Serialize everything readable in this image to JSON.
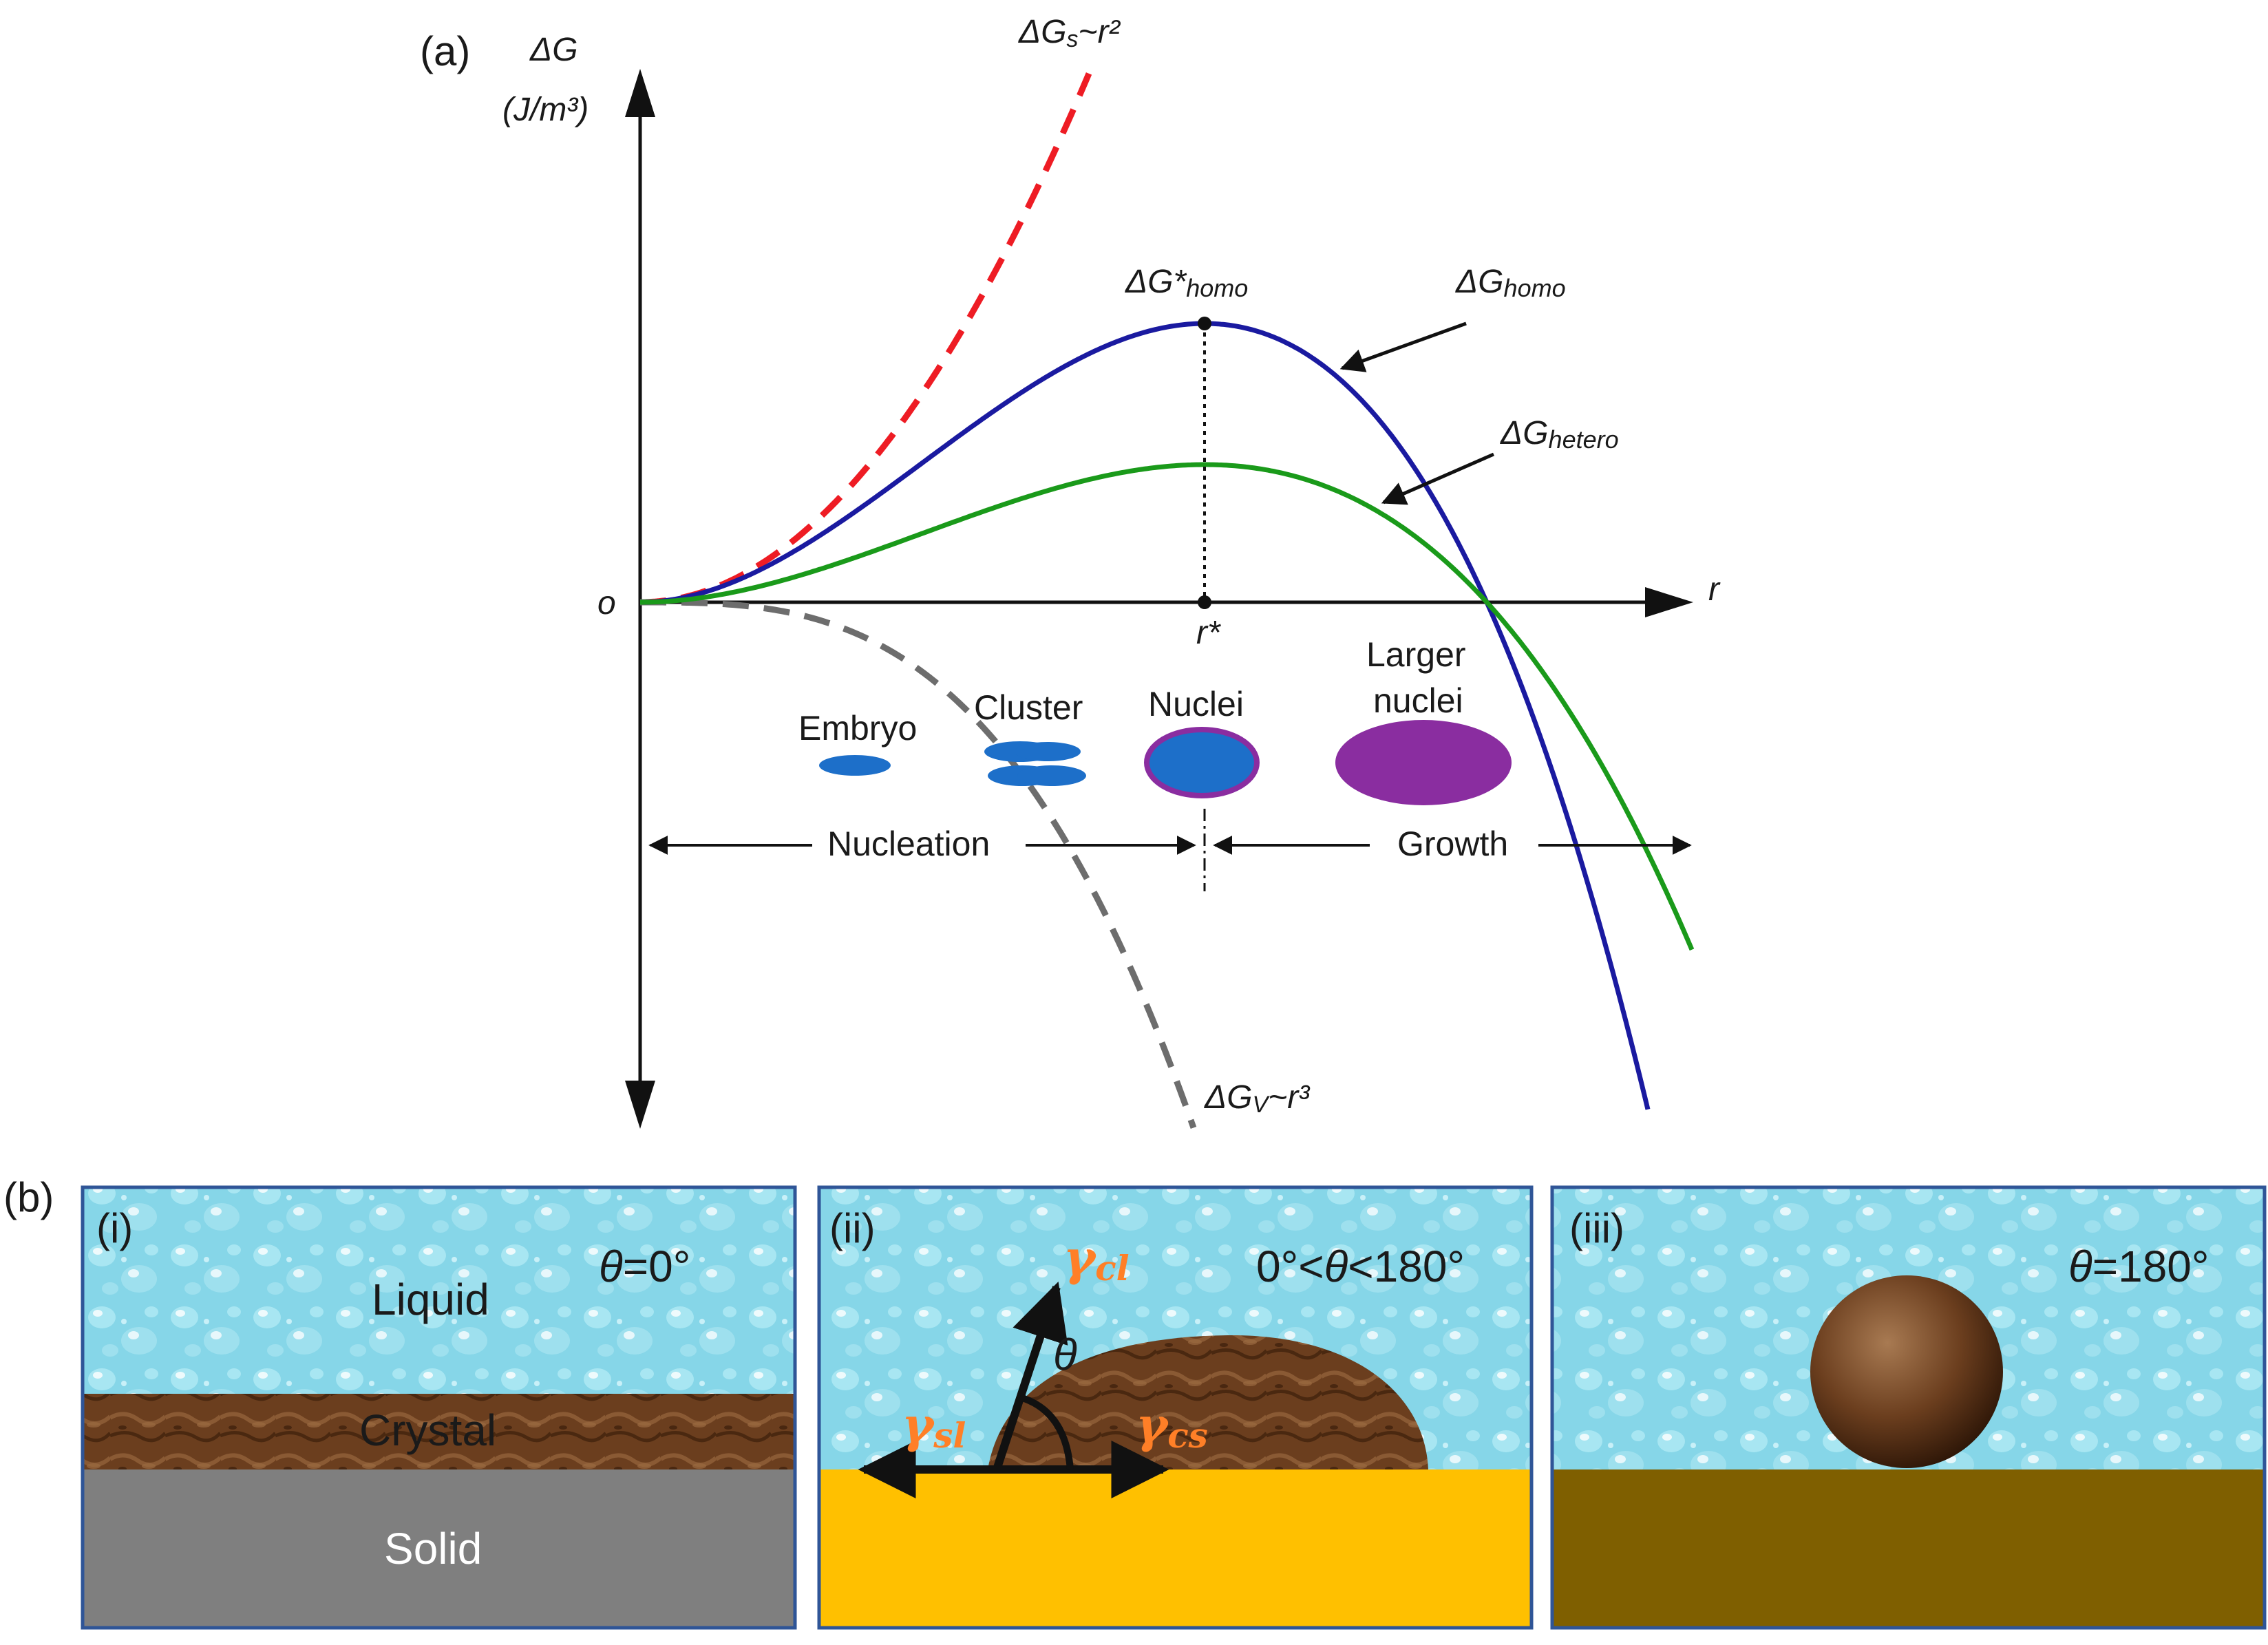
{
  "panel_a": {
    "label": "(a)",
    "y_axis_label": "ΔG",
    "y_axis_unit": "(J/m³)",
    "x_axis_label": "r",
    "origin_label": "o",
    "r_star_label": "r*",
    "peak_label_prefix": "ΔG*",
    "peak_label_sub": "homo",
    "curves": {
      "surface": {
        "label_main": "ΔG",
        "label_sub": "s",
        "label_tail": "~r²",
        "color": "#ee1c24",
        "style": "dashed"
      },
      "volume": {
        "label_main": "ΔG",
        "label_sub": "V",
        "label_tail": "~r³",
        "color": "#6d6d6d",
        "style": "dashed"
      },
      "homo": {
        "label_main": "ΔG",
        "label_sub": "homo",
        "color": "#1a1aa0",
        "style": "solid"
      },
      "hetero": {
        "label_main": "ΔG",
        "label_sub": "hetero",
        "color": "#1a9a1a",
        "style": "solid"
      }
    },
    "stages": {
      "embryo": "Embryo",
      "cluster": "Cluster",
      "nuclei": "Nuclei",
      "larger_line1": "Larger",
      "larger_line2": "nuclei"
    },
    "regions": {
      "nucleation": "Nucleation",
      "growth": "Growth"
    },
    "colors": {
      "embryo_fill": "#1d6fc9",
      "nuclei_fill": "#1d6fc9",
      "nuclei_stroke": "#8a2da0",
      "larger_fill": "#8a2da0"
    }
  },
  "panel_b": {
    "label": "(b)",
    "subpanels": [
      {
        "id": "i",
        "label": "(i)",
        "theta_symbol": "θ",
        "theta_text": "=0°",
        "liquid": "Liquid",
        "crystal": "Crystal",
        "solid": "Solid",
        "substrate_color": "#7f7f7f"
      },
      {
        "id": "ii",
        "label": "(ii)",
        "theta_prefix": "0°<",
        "theta_symbol": "θ",
        "theta_text": "<180°",
        "angle_symbol": "θ",
        "gamma_cl": "γ",
        "gamma_cl_sub": "cl",
        "gamma_sl": "γ",
        "gamma_sl_sub": "sl",
        "gamma_cs": "γ",
        "gamma_cs_sub": "cs",
        "substrate_color": "#ffc000"
      },
      {
        "id": "iii",
        "label": "(iii)",
        "theta_symbol": "θ",
        "theta_text": "=180°",
        "substrate_color": "#7f5f00"
      }
    ],
    "colors": {
      "liquid": "#7fd3e6",
      "crystal": "#6b3e1e",
      "border": "#2f5597"
    }
  }
}
